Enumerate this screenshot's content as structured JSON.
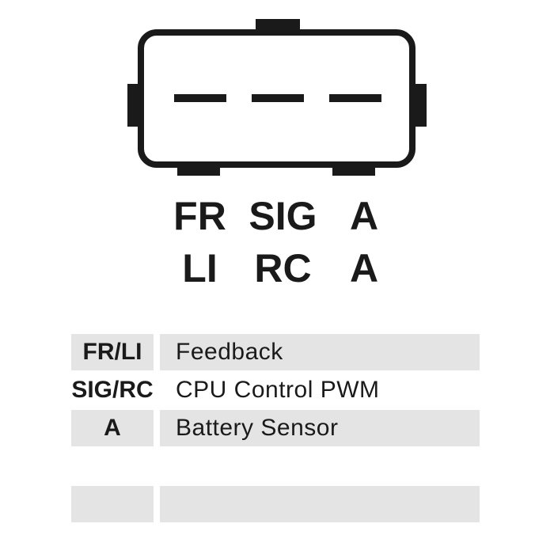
{
  "connector": {
    "pins_top": [
      "FR",
      "SIG",
      "A"
    ],
    "pins_bottom": [
      "LI",
      "RC",
      "A"
    ]
  },
  "legend": {
    "rows": [
      {
        "code": "FR/LI",
        "description": "Feedback"
      },
      {
        "code": "SIG/RC",
        "description": "CPU Control PWM"
      },
      {
        "code": "A",
        "description": "Battery Sensor"
      },
      {
        "code": "",
        "description": ""
      }
    ]
  },
  "colors": {
    "ink": "#1a1a1a",
    "row_shade": "#e4e4e4",
    "background": "#ffffff"
  }
}
